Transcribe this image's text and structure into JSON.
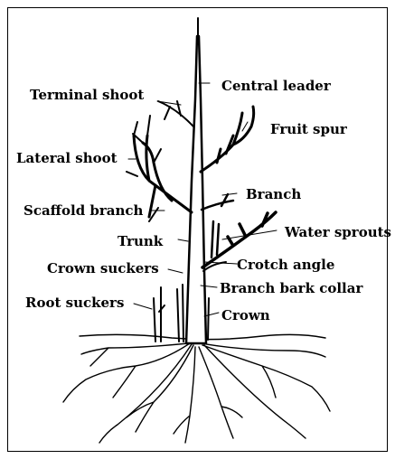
{
  "diagram": {
    "labels": {
      "terminal_shoot": "Terminal shoot",
      "central_leader": "Central leader",
      "fruit_spur": "Fruit spur",
      "lateral_shoot": "Lateral shoot",
      "branch": "Branch",
      "scaffold_branch": "Scaffold branch",
      "water_sprouts": "Water sprouts",
      "trunk": "Trunk",
      "crotch_angle": "Crotch angle",
      "crown_suckers": "Crown suckers",
      "branch_bark_collar": "Branch bark collar",
      "root_suckers": "Root suckers",
      "crown": "Crown"
    },
    "colors": {
      "ink": "#000000",
      "background": "#ffffff"
    }
  }
}
